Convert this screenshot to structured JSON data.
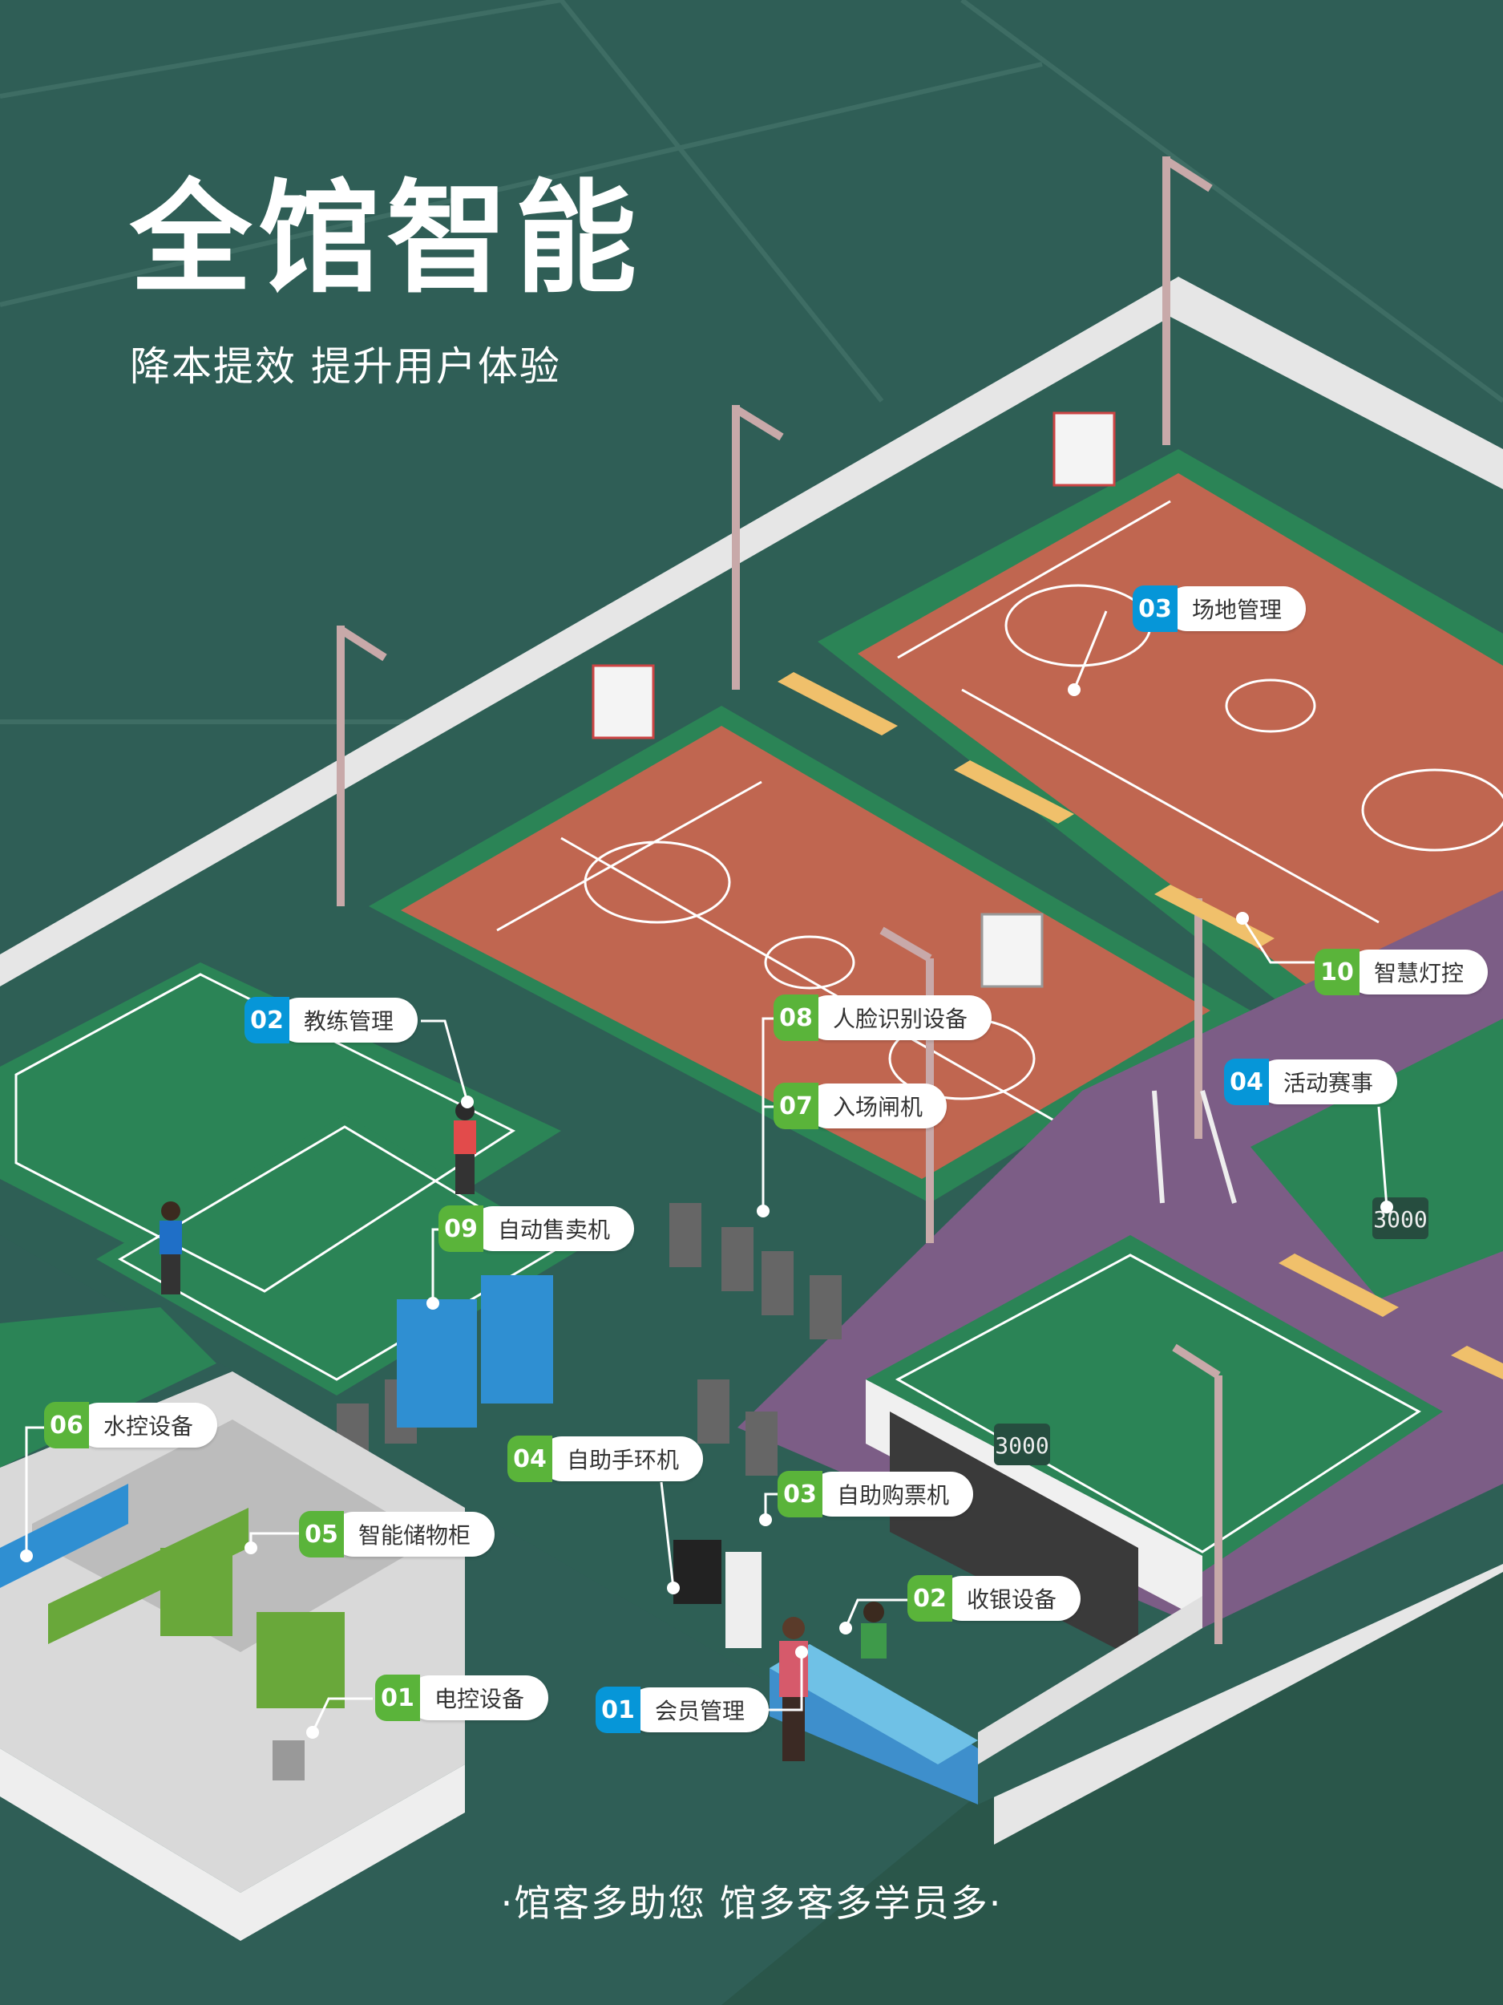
{
  "header": {
    "title": "全馆智能",
    "subtitle": "降本提效 提升用户体验"
  },
  "footer": {
    "slogan": "·馆客多助您 馆多客多学员多·"
  },
  "colors": {
    "background": "#2f5e56",
    "green_tag": "#5ab43a",
    "blue_tag": "#0696d8",
    "basketball_court": "#c06650",
    "court_green": "#2b8456",
    "purple_floor": "#7c5d86",
    "wall": "#e6e6e6"
  },
  "scoreboards": [
    {
      "digits": "3000",
      "location": "activity-area"
    },
    {
      "digits": "3000",
      "location": "shop-wall"
    }
  ],
  "labels": [
    {
      "id": "coach",
      "num": "02",
      "text": "教练管理",
      "color": "blue"
    },
    {
      "id": "venue",
      "num": "03",
      "text": "场地管理",
      "color": "blue"
    },
    {
      "id": "lighting",
      "num": "10",
      "text": "智慧灯控",
      "color": "green"
    },
    {
      "id": "face",
      "num": "08",
      "text": "人脸识别设备",
      "color": "green"
    },
    {
      "id": "gate",
      "num": "07",
      "text": "入场闸机",
      "color": "green"
    },
    {
      "id": "events",
      "num": "04",
      "text": "活动赛事",
      "color": "blue"
    },
    {
      "id": "vending",
      "num": "09",
      "text": "自动售卖机",
      "color": "green"
    },
    {
      "id": "water",
      "num": "06",
      "text": "水控设备",
      "color": "green"
    },
    {
      "id": "wristband",
      "num": "04",
      "text": "自助手环机",
      "color": "green"
    },
    {
      "id": "ticket",
      "num": "03",
      "text": "自助购票机",
      "color": "green"
    },
    {
      "id": "locker",
      "num": "05",
      "text": "智能储物柜",
      "color": "green"
    },
    {
      "id": "cashier",
      "num": "02",
      "text": "收银设备",
      "color": "green"
    },
    {
      "id": "power",
      "num": "01",
      "text": "电控设备",
      "color": "green"
    },
    {
      "id": "member",
      "num": "01",
      "text": "会员管理",
      "color": "blue"
    }
  ]
}
